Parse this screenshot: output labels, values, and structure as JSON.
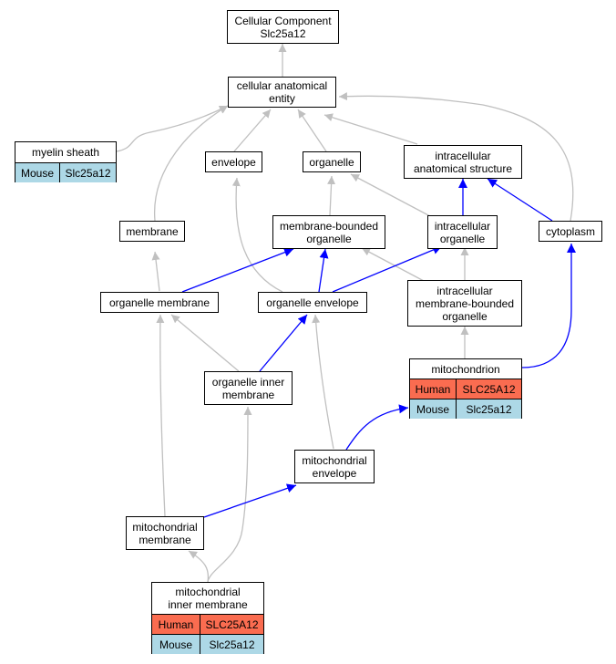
{
  "colors": {
    "ortholog_edge": "#0000ff",
    "is_a_edge": "#c0c0c0",
    "human": "#fa6c50",
    "mouse": "#add8e6"
  },
  "nodes": {
    "root": {
      "line1": "Cellular Component",
      "line2": "Slc25a12"
    },
    "cellular_anatomical_entity": {
      "line1": "cellular anatomical",
      "line2": "entity"
    },
    "myelin_sheath": {
      "label": "myelin sheath",
      "species": "Mouse",
      "gene": "Slc25a12"
    },
    "envelope": {
      "label": "envelope"
    },
    "organelle": {
      "label": "organelle"
    },
    "intracellular_anatomical_structure": {
      "line1": "intracellular",
      "line2": "anatomical structure"
    },
    "membrane": {
      "label": "membrane"
    },
    "membrane_bounded_organelle": {
      "line1": "membrane-bounded",
      "line2": "organelle"
    },
    "intracellular_organelle": {
      "line1": "intracellular",
      "line2": "organelle"
    },
    "cytoplasm": {
      "label": "cytoplasm"
    },
    "organelle_membrane": {
      "label": "organelle membrane"
    },
    "organelle_envelope": {
      "label": "organelle envelope"
    },
    "intracellular_mb_organelle": {
      "line1": "intracellular",
      "line2": "membrane-bounded",
      "line3": "organelle"
    },
    "mitochondrion": {
      "label": "mitochondrion",
      "rows": [
        {
          "species": "Human",
          "gene": "SLC25A12"
        },
        {
          "species": "Mouse",
          "gene": "Slc25a12"
        }
      ]
    },
    "organelle_inner_membrane": {
      "line1": "organelle inner",
      "line2": "membrane"
    },
    "mitochondrial_envelope": {
      "line1": "mitochondrial",
      "line2": "envelope"
    },
    "mitochondrial_membrane": {
      "line1": "mitochondrial",
      "line2": "membrane"
    },
    "mitochondrial_inner_membrane": {
      "line1": "mitochondrial",
      "line2": "inner membrane",
      "rows": [
        {
          "species": "Human",
          "gene": "SLC25A12"
        },
        {
          "species": "Mouse",
          "gene": "Slc25a12"
        }
      ]
    }
  },
  "edges": [
    {
      "from": "cellular_anatomical_entity",
      "to": "root",
      "kind": "is_a"
    },
    {
      "from": "myelin_sheath",
      "to": "cellular_anatomical_entity",
      "kind": "is_a"
    },
    {
      "from": "membrane",
      "to": "cellular_anatomical_entity",
      "kind": "is_a"
    },
    {
      "from": "envelope",
      "to": "cellular_anatomical_entity",
      "kind": "is_a"
    },
    {
      "from": "organelle",
      "to": "cellular_anatomical_entity",
      "kind": "is_a"
    },
    {
      "from": "intracellular_anatomical_structure",
      "to": "cellular_anatomical_entity",
      "kind": "is_a"
    },
    {
      "from": "cytoplasm",
      "to": "cellular_anatomical_entity",
      "kind": "is_a"
    },
    {
      "from": "membrane_bounded_organelle",
      "to": "organelle",
      "kind": "is_a"
    },
    {
      "from": "intracellular_organelle",
      "to": "organelle",
      "kind": "is_a"
    },
    {
      "from": "intracellular_organelle",
      "to": "intracellular_anatomical_structure",
      "kind": "ortholog"
    },
    {
      "from": "cytoplasm",
      "to": "intracellular_anatomical_structure",
      "kind": "ortholog"
    },
    {
      "from": "organelle_membrane",
      "to": "membrane",
      "kind": "is_a"
    },
    {
      "from": "organelle_membrane",
      "to": "membrane_bounded_organelle",
      "kind": "ortholog"
    },
    {
      "from": "organelle_envelope",
      "to": "membrane_bounded_organelle",
      "kind": "ortholog"
    },
    {
      "from": "organelle_envelope",
      "to": "intracellular_organelle",
      "kind": "ortholog"
    },
    {
      "from": "organelle_envelope",
      "to": "envelope",
      "kind": "is_a"
    },
    {
      "from": "intracellular_mb_organelle",
      "to": "membrane_bounded_organelle",
      "kind": "is_a"
    },
    {
      "from": "intracellular_mb_organelle",
      "to": "intracellular_organelle",
      "kind": "is_a"
    },
    {
      "from": "mitochondrion",
      "to": "intracellular_mb_organelle",
      "kind": "is_a"
    },
    {
      "from": "mitochondrion",
      "to": "cytoplasm",
      "kind": "ortholog"
    },
    {
      "from": "organelle_inner_membrane",
      "to": "organelle_membrane",
      "kind": "is_a"
    },
    {
      "from": "organelle_inner_membrane",
      "to": "organelle_envelope",
      "kind": "ortholog"
    },
    {
      "from": "mitochondrial_envelope",
      "to": "organelle_envelope",
      "kind": "is_a"
    },
    {
      "from": "mitochondrial_envelope",
      "to": "mitochondrion",
      "kind": "ortholog"
    },
    {
      "from": "mitochondrial_membrane",
      "to": "organelle_membrane",
      "kind": "is_a"
    },
    {
      "from": "mitochondrial_membrane",
      "to": "mitochondrial_envelope",
      "kind": "ortholog"
    },
    {
      "from": "mitochondrial_inner_membrane",
      "to": "mitochondrial_membrane",
      "kind": "is_a"
    },
    {
      "from": "mitochondrial_inner_membrane",
      "to": "organelle_inner_membrane",
      "kind": "is_a"
    }
  ]
}
